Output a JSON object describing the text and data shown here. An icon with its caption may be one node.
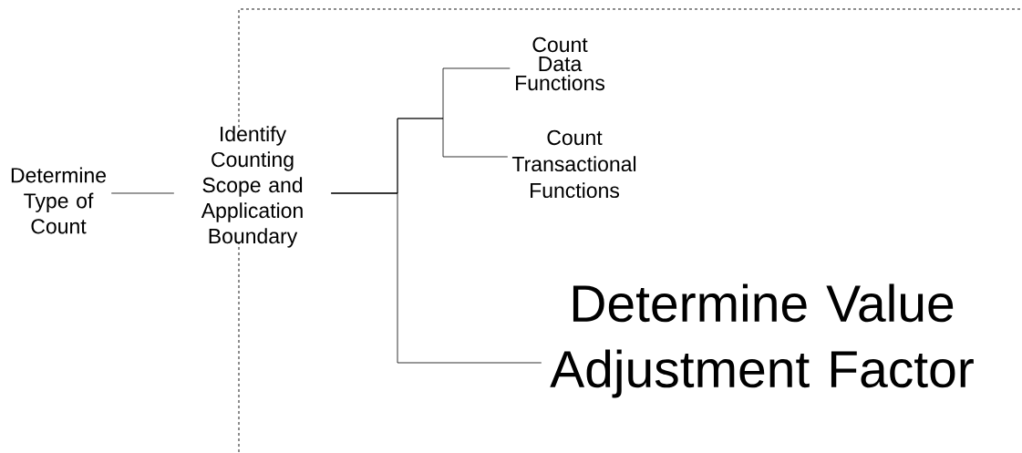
{
  "diagram": {
    "nodes": [
      {
        "text": [
          "Determine Type of Count"
        ]
      },
      {
        "text": [
          "Identify Counting Scope and Application Boundary"
        ]
      },
      {
        "text": [
          "Count Data Functions"
        ]
      },
      {
        "text": [
          "Count Transactional Functions"
        ]
      },
      {
        "text": [
          "Determine Value Adjustment Factor"
        ]
      }
    ],
    "edges": [
      {
        "from": 0,
        "to": 1,
        "arrow": "none"
      },
      {
        "from": 1,
        "to": 2,
        "arrow": "none"
      },
      {
        "from": 1,
        "to": 3,
        "arrow": "none"
      },
      {
        "from": 1,
        "to": 4,
        "arrow": "none"
      }
    ]
  }
}
